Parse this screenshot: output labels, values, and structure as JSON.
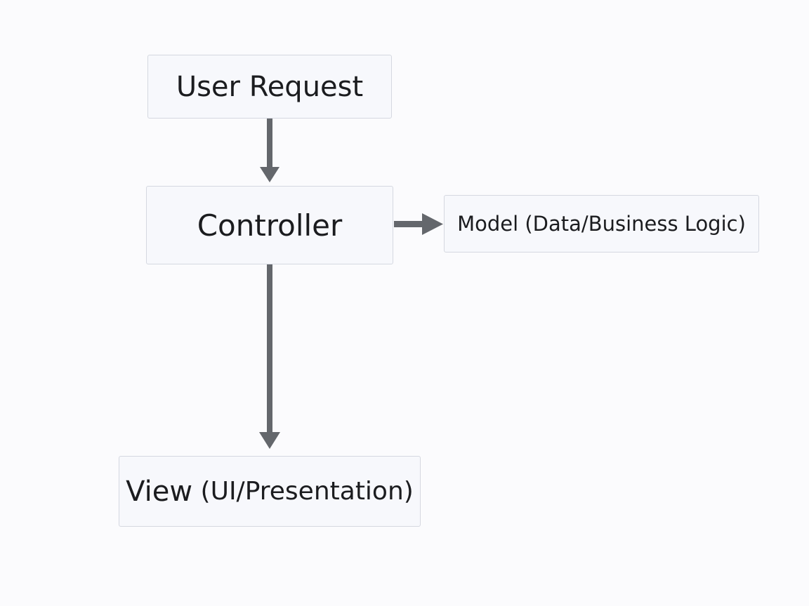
{
  "diagram": {
    "nodes": {
      "user_request": "User Request",
      "controller": "Controller",
      "model": "Model (Data/Business Logic)",
      "view_main": "View",
      "view_sub": "(UI/Presentation)"
    },
    "edges": [
      {
        "from": "User Request",
        "to": "Controller"
      },
      {
        "from": "Controller",
        "to": "Model (Data/Business Logic)"
      },
      {
        "from": "Controller",
        "to": "View (UI/Presentation)"
      }
    ],
    "colors": {
      "arrow": "#64676c",
      "node_fill": "#f7f8fc",
      "node_border": "#d5d8e0",
      "background": "#fbfbfd"
    }
  }
}
